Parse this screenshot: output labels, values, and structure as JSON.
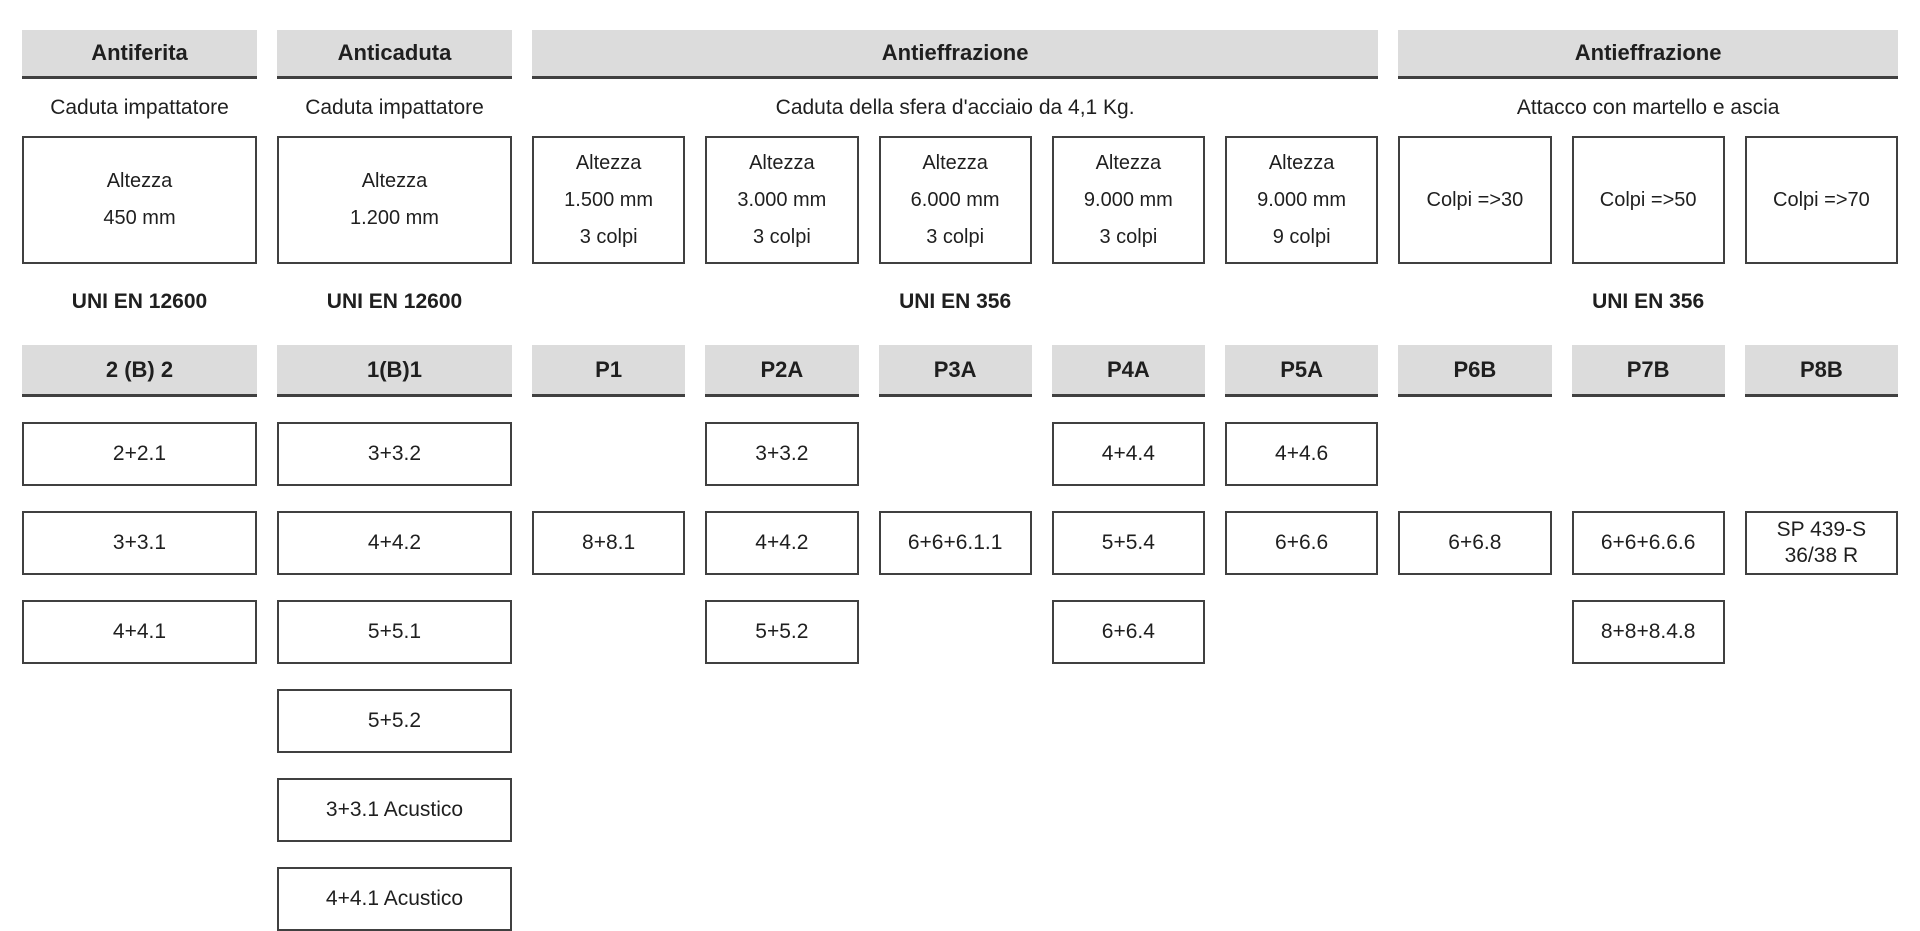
{
  "table": {
    "groups": [
      {
        "header": "Antiferita",
        "test": "Caduta impattatore",
        "standard": "UNI EN 12600"
      },
      {
        "header": "Anticaduta",
        "test": "Caduta impattatore",
        "standard": "UNI EN 12600"
      },
      {
        "header": "Antieffrazione",
        "test": "Caduta della sfera d'acciaio da 4,1 Kg.",
        "standard": "UNI EN 356"
      },
      {
        "header": "Antieffrazione",
        "test": "Attacco con martello e ascia",
        "standard": "UNI EN 356"
      }
    ],
    "conditions": [
      "Altezza\n450 mm",
      "Altezza\n1.200 mm",
      "Altezza\n1.500 mm\n3 colpi",
      "Altezza\n3.000 mm\n3 colpi",
      "Altezza\n6.000 mm\n3 colpi",
      "Altezza\n9.000 mm\n3 colpi",
      "Altezza\n9.000 mm\n9 colpi",
      "Colpi =>30",
      "Colpi =>50",
      "Colpi =>70"
    ],
    "classes": [
      "2 (B) 2",
      "1(B)1",
      "P1",
      "P2A",
      "P3A",
      "P4A",
      "P5A",
      "P6B",
      "P7B",
      "P8B"
    ],
    "cells": {
      "r1": {
        "c1": "2+2.1",
        "c2": "3+3.2",
        "c4": "3+3.2",
        "c6": "4+4.4",
        "c7": "4+4.6"
      },
      "r2": {
        "c1": "3+3.1",
        "c2": "4+4.2",
        "c3": "8+8.1",
        "c4": "4+4.2",
        "c5": "6+6+6.1.1",
        "c6": "5+5.4",
        "c7": "6+6.6",
        "c8": "6+6.8",
        "c9": "6+6+6.6.6",
        "c10": "SP 439-S\n36/38 R"
      },
      "r3": {
        "c1": "4+4.1",
        "c2": "5+5.1",
        "c4": "5+5.2",
        "c6": "6+6.4",
        "c9": "8+8+8.4.8"
      },
      "r4": {
        "c2": "5+5.2"
      },
      "r5": {
        "c2": "3+3.1 Acustico"
      },
      "r6": {
        "c2": "4+4.1 Acustico"
      }
    },
    "colors": {
      "header_background": "#dcdcdc",
      "header_underline": "#404040",
      "box_border": "#404040",
      "text": "#1f1f1f",
      "page_background": "#ffffff"
    }
  }
}
